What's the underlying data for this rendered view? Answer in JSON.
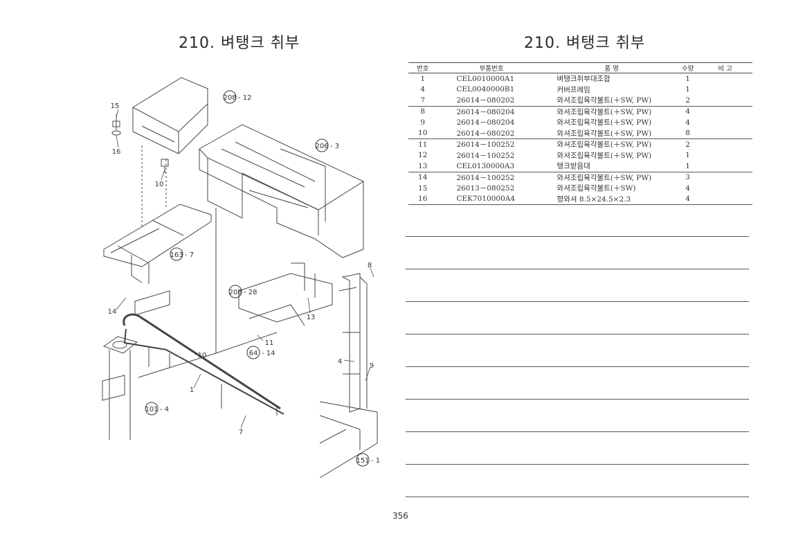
{
  "title_left": "210. 벼탱크 취부",
  "title_right": "210. 벼탱크 취부",
  "table": {
    "headers": {
      "no": "번호",
      "part_no": "부품번호",
      "name": "품      명",
      "qty": "수량",
      "remarks": "비    고"
    },
    "rows": [
      {
        "no": "1",
        "part_no": "CEL0010000A1",
        "name": "벼탱크취부대조합",
        "qty": "1"
      },
      {
        "no": "4",
        "part_no": "CEL0040000B1",
        "name": "커버프레임",
        "qty": "1"
      },
      {
        "no": "7",
        "part_no": "26014－080202",
        "name": "와셔조립육각볼트(＋SW, PW)",
        "qty": "2"
      },
      {
        "no": "8",
        "part_no": "26014－080204",
        "name": "와셔조립육각볼트(＋SW, PW)",
        "qty": "4"
      },
      {
        "no": "9",
        "part_no": "26014－080204",
        "name": "와셔조립육각볼트(＋SW, PW)",
        "qty": "4"
      },
      {
        "no": "10",
        "part_no": "26014－080202",
        "name": "와셔조립육각볼트(＋SW, PW)",
        "qty": "8"
      },
      {
        "no": "11",
        "part_no": "26014－100252",
        "name": "와셔조립육각볼트(＋SW, PW)",
        "qty": "2"
      },
      {
        "no": "12",
        "part_no": "26014－100252",
        "name": "와셔조립육각볼트(＋SW, PW)",
        "qty": "1"
      },
      {
        "no": "13",
        "part_no": "CEL0130000A3",
        "name": "탱크받음대",
        "qty": "1"
      },
      {
        "no": "14",
        "part_no": "26014－100252",
        "name": "와셔조립육각볼트(＋SW, PW)",
        "qty": "3"
      },
      {
        "no": "15",
        "part_no": "26013－080252",
        "name": "와셔조립육각볼트(＋SW)",
        "qty": "4"
      },
      {
        "no": "16",
        "part_no": "CEK7010000A4",
        "name": "평와셔 8.5×24.5×2.3",
        "qty": "4"
      }
    ]
  },
  "diagram": {
    "callouts": {
      "c15": "15",
      "c16": "16",
      "c10a": "10",
      "c10b": "10",
      "c208_12": "208",
      "c208_12_suf": "- 12",
      "c206_3": "206",
      "c206_3_suf": "- 3",
      "c163_7": "163",
      "c163_7_suf": "- 7",
      "c208_28": "208",
      "c208_28_suf": "- 28",
      "c64_14": "64",
      "c64_14_suf": "- 14",
      "c101_4": "101",
      "c101_4_suf": "- 4",
      "c151_1": "151",
      "c151_1_suf": "- 1",
      "c8": "8",
      "c13": "13",
      "c11": "11",
      "c14": "14",
      "c1": "1",
      "c4": "4",
      "c9": "9",
      "c7": "7"
    }
  },
  "page_number": "356"
}
